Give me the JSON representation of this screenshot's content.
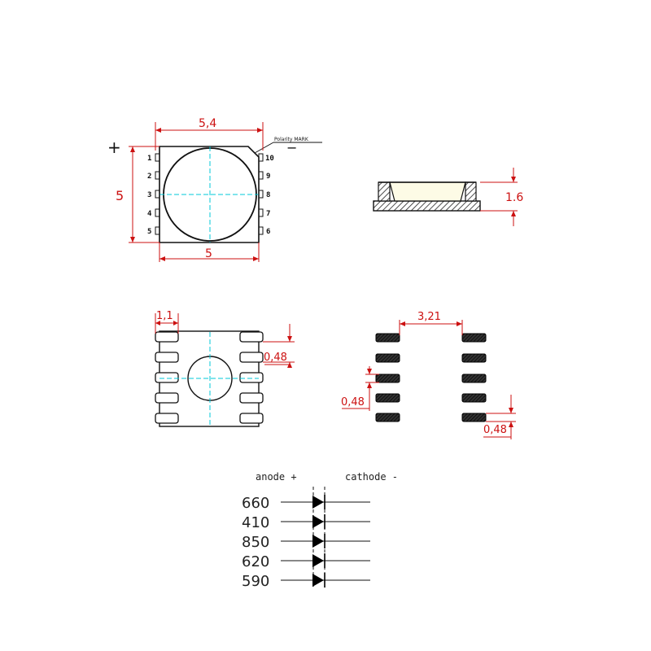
{
  "top_view": {
    "dim_width_top": "5,4",
    "dim_height": "5",
    "dim_width_bottom": "5",
    "polarity_label": "Polarity MARK",
    "plus_symbol": "+",
    "minus_symbol": "−",
    "pins_left": [
      "1",
      "2",
      "3",
      "4",
      "5"
    ],
    "pins_right": [
      "10",
      "9",
      "8",
      "7",
      "6"
    ]
  },
  "side_view": {
    "dim_height": "1.6"
  },
  "bottom_view": {
    "dim_pad_width": "1,1",
    "dim_pad_pitch": "0,48"
  },
  "footprint": {
    "dim_spacing": "3,21",
    "dim_pad_left": "0,48",
    "dim_pad_right": "0,48"
  },
  "legend": {
    "anode_label": "anode +",
    "cathode_label": "cathode -",
    "wavelengths": [
      "660",
      "410",
      "850",
      "620",
      "590"
    ]
  },
  "colors": {
    "dimension": "#cc1111",
    "centerline": "#00c8d8",
    "outline": "#111111",
    "lens_fill": "#fdfbe6"
  }
}
